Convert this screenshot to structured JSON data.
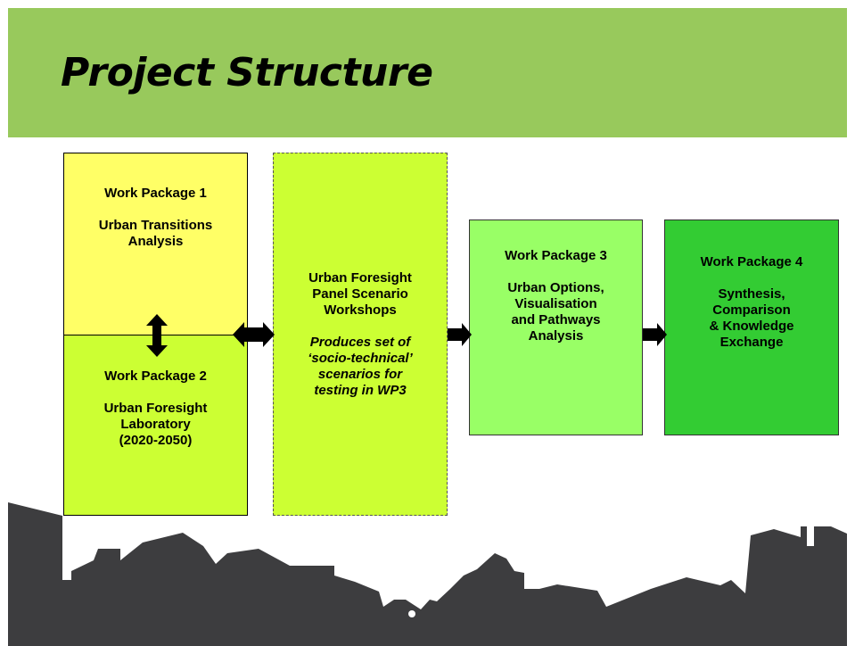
{
  "title": "Project Structure",
  "wp1": {
    "heading": "Work Package 1",
    "name_lines": [
      "Urban Transitions",
      "Analysis"
    ]
  },
  "wp2": {
    "heading": "Work Package 2",
    "name_lines": [
      "Urban Foresight",
      "Laboratory",
      "(2020-2050)"
    ]
  },
  "panel": {
    "name_lines": [
      "Urban Foresight",
      "Panel Scenario",
      "Workshops"
    ],
    "note_lines": [
      "Produces set of",
      "‘socio-technical’",
      "scenarios for",
      "testing in WP3"
    ]
  },
  "wp3": {
    "heading": "Work Package 3",
    "name_lines": [
      "Urban Options,",
      "Visualisation",
      "and Pathways",
      "Analysis"
    ]
  },
  "wp4": {
    "heading": "Work Package 4",
    "name_lines": [
      "Synthesis,",
      "Comparison",
      "& Knowledge",
      "Exchange"
    ]
  },
  "colors": {
    "header": "#98c95c",
    "wp1": "#ffff66",
    "wp2": "#ccff33",
    "panel": "#ccff33",
    "wp3": "#99ff66",
    "wp4": "#33cc33",
    "skyline": "#3d3d3f"
  }
}
